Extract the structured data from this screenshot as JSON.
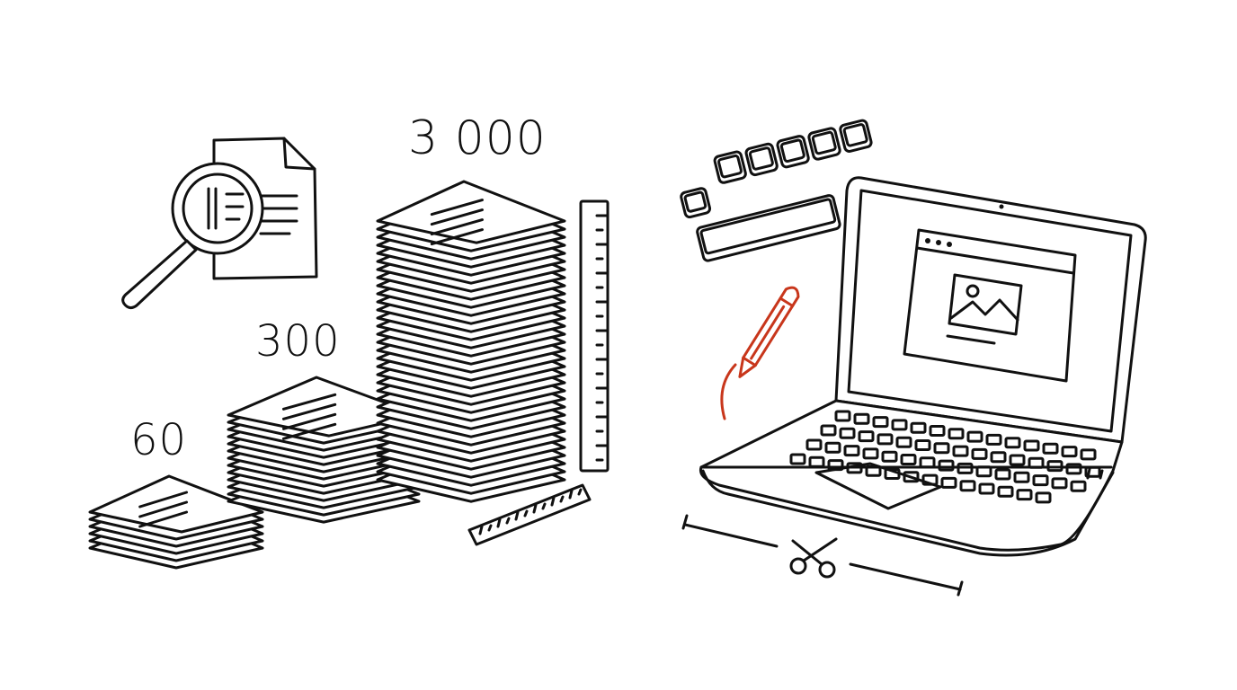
{
  "stacks": [
    {
      "label": "60"
    },
    {
      "label": "300"
    },
    {
      "label": "3 000"
    }
  ],
  "icons": [
    "document-magnifier-icon",
    "ruler-icon",
    "keycaps-icon",
    "laptop-icon",
    "image-window-icon",
    "pencil-icon",
    "scissors-icon"
  ],
  "colors": {
    "ink": "#111111",
    "accent": "#c8361b",
    "background": "#ffffff"
  }
}
